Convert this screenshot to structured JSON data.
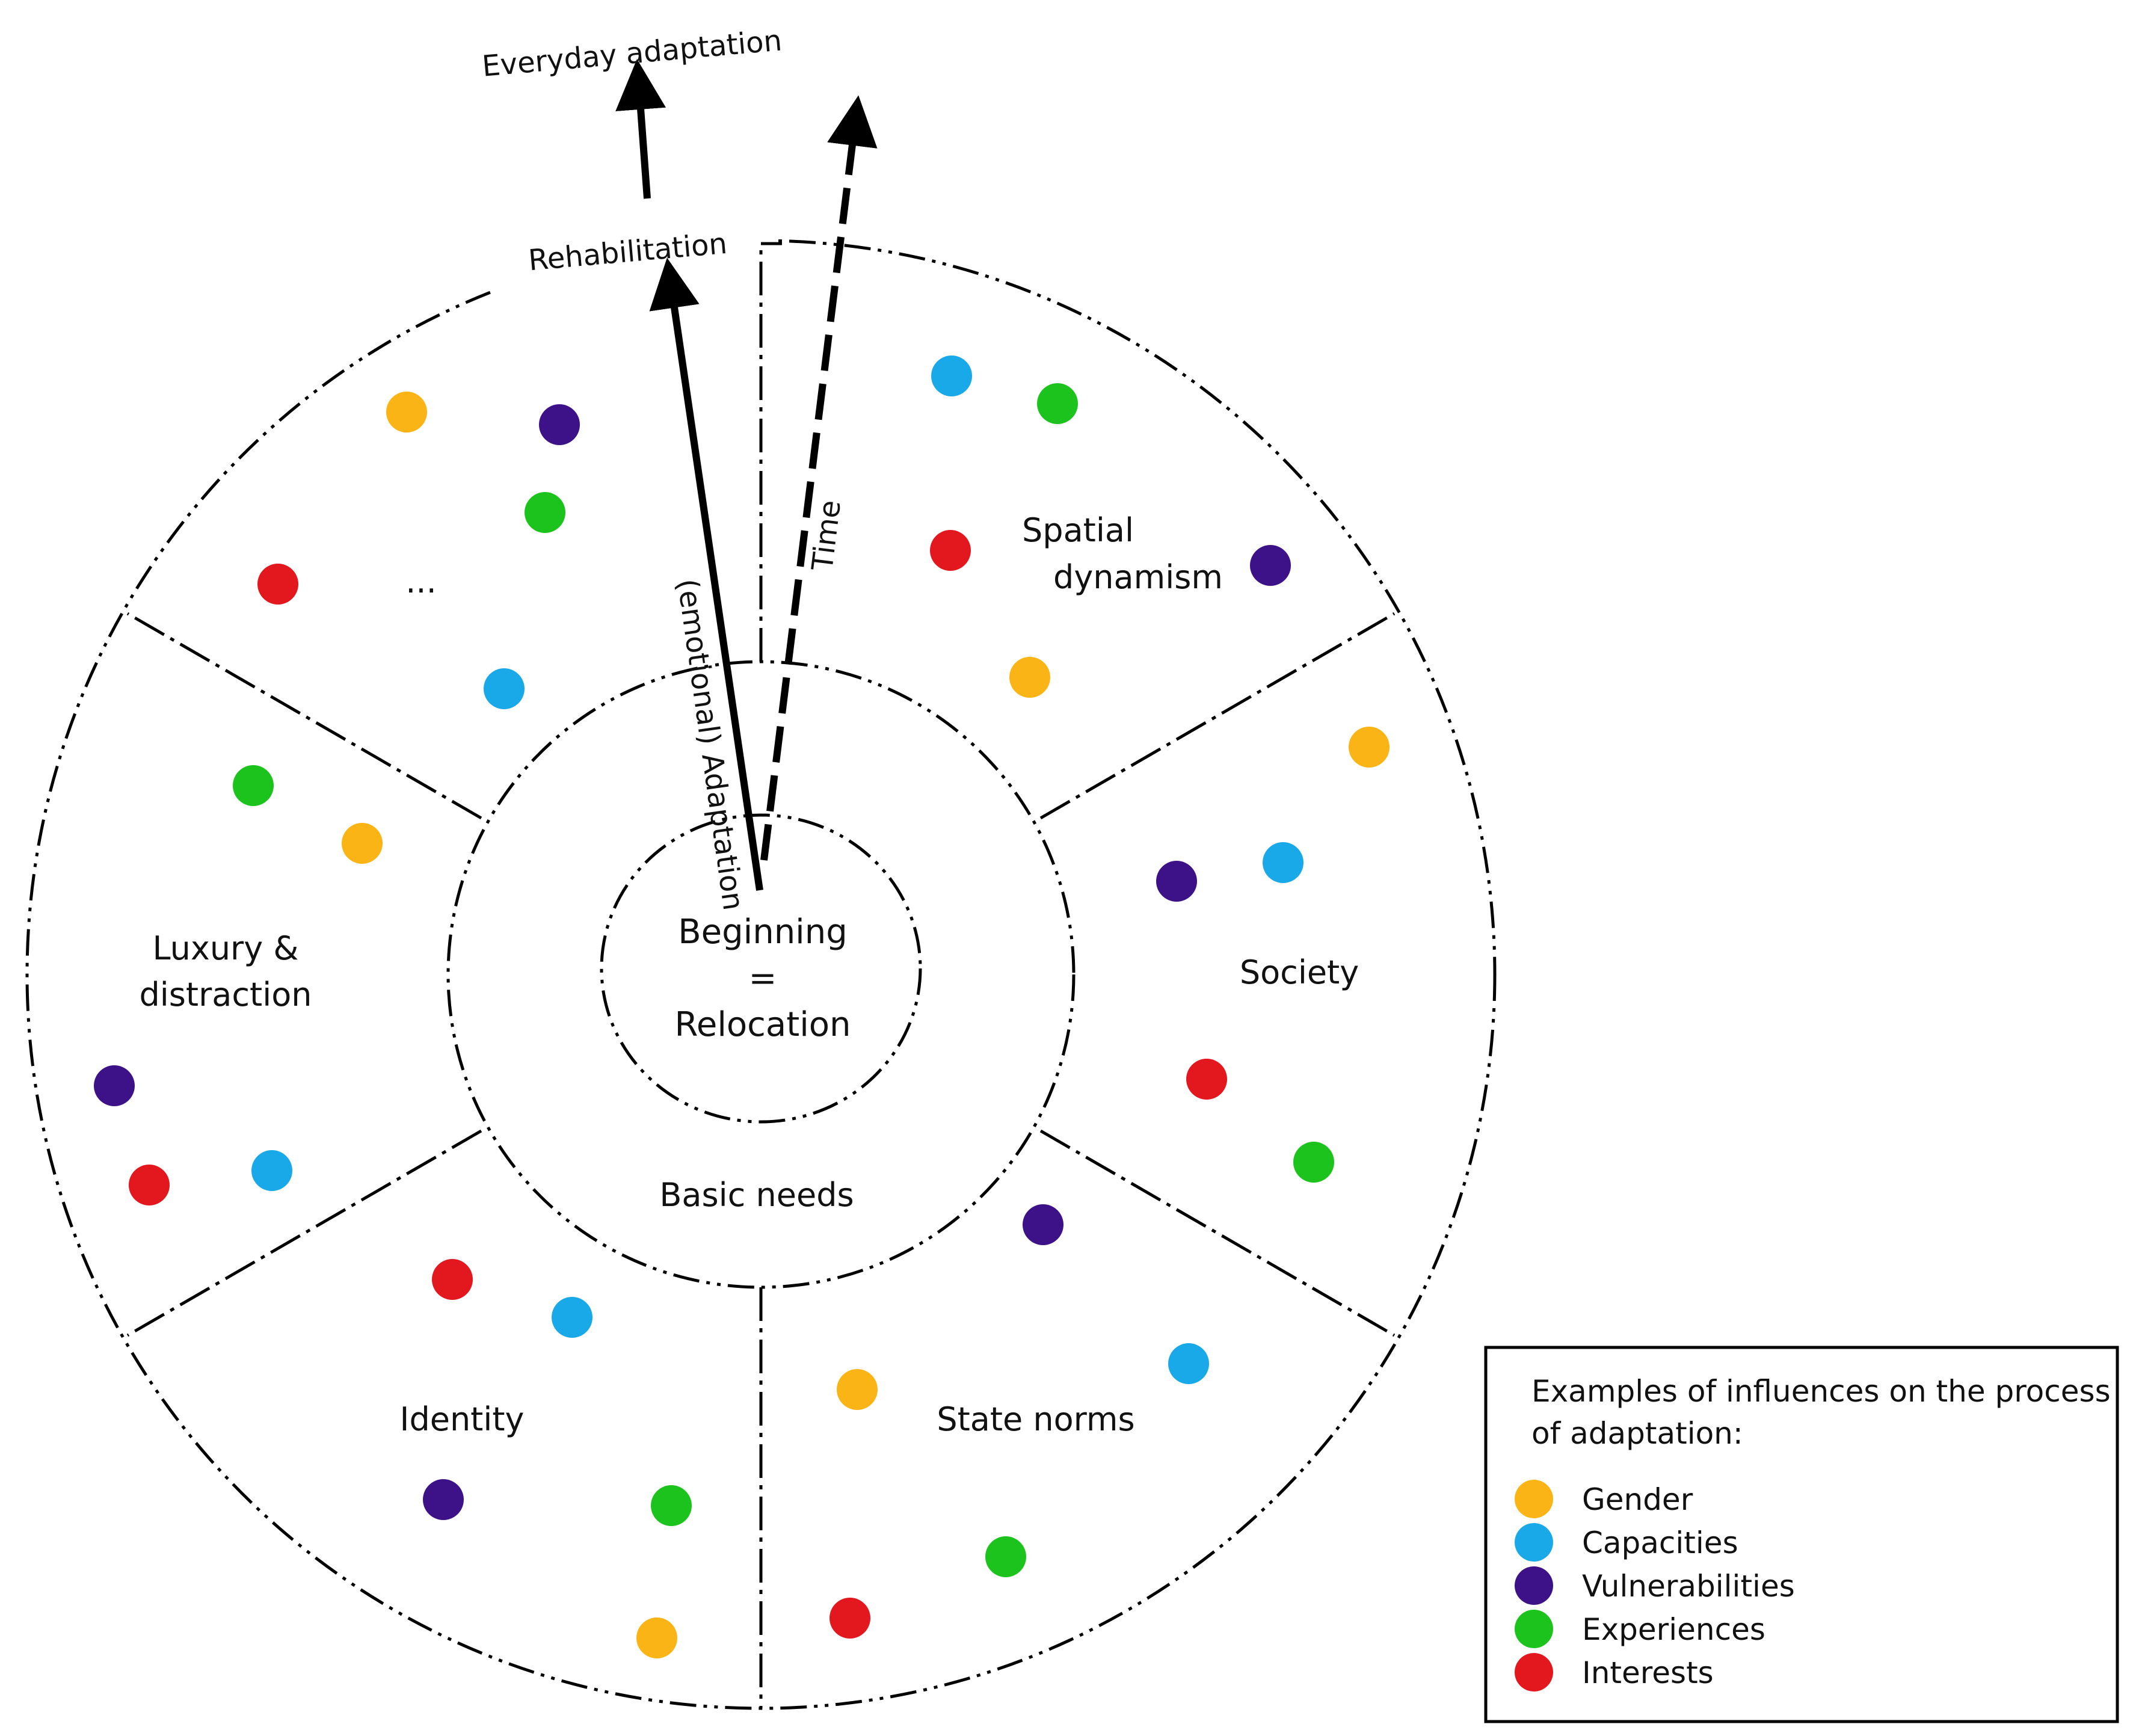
{
  "diagram": {
    "center": {
      "lines": [
        "Beginning",
        "=",
        "Relocation"
      ]
    },
    "inner_ring_label": "Basic needs",
    "arrows": {
      "adaptation_label": "(emotional) Adaptation",
      "rehabilitation_label": "Rehabilitation",
      "everyday_label": "Everyday adaptation",
      "time_label": "Time"
    },
    "segments": [
      {
        "id": "spatial",
        "lines": [
          "Spatial",
          "dynamism"
        ]
      },
      {
        "id": "society",
        "lines": [
          "Society"
        ]
      },
      {
        "id": "state",
        "lines": [
          "State norms"
        ]
      },
      {
        "id": "identity",
        "lines": [
          "Identity"
        ]
      },
      {
        "id": "luxury",
        "lines": [
          "Luxury &",
          "distraction"
        ]
      },
      {
        "id": "other",
        "lines": [
          "..."
        ]
      }
    ]
  },
  "legend": {
    "title_lines": [
      "Examples of influences on the process",
      "of adaptation:"
    ],
    "items": [
      {
        "label": "Gender",
        "color": "#FBB416"
      },
      {
        "label": "Capacities",
        "color": "#1AA9E8"
      },
      {
        "label": "Vulnerabilities",
        "color": "#3D1289"
      },
      {
        "label": "Experiences",
        "color": "#1DC31D"
      },
      {
        "label": "Interests",
        "color": "#E3181F"
      }
    ]
  }
}
